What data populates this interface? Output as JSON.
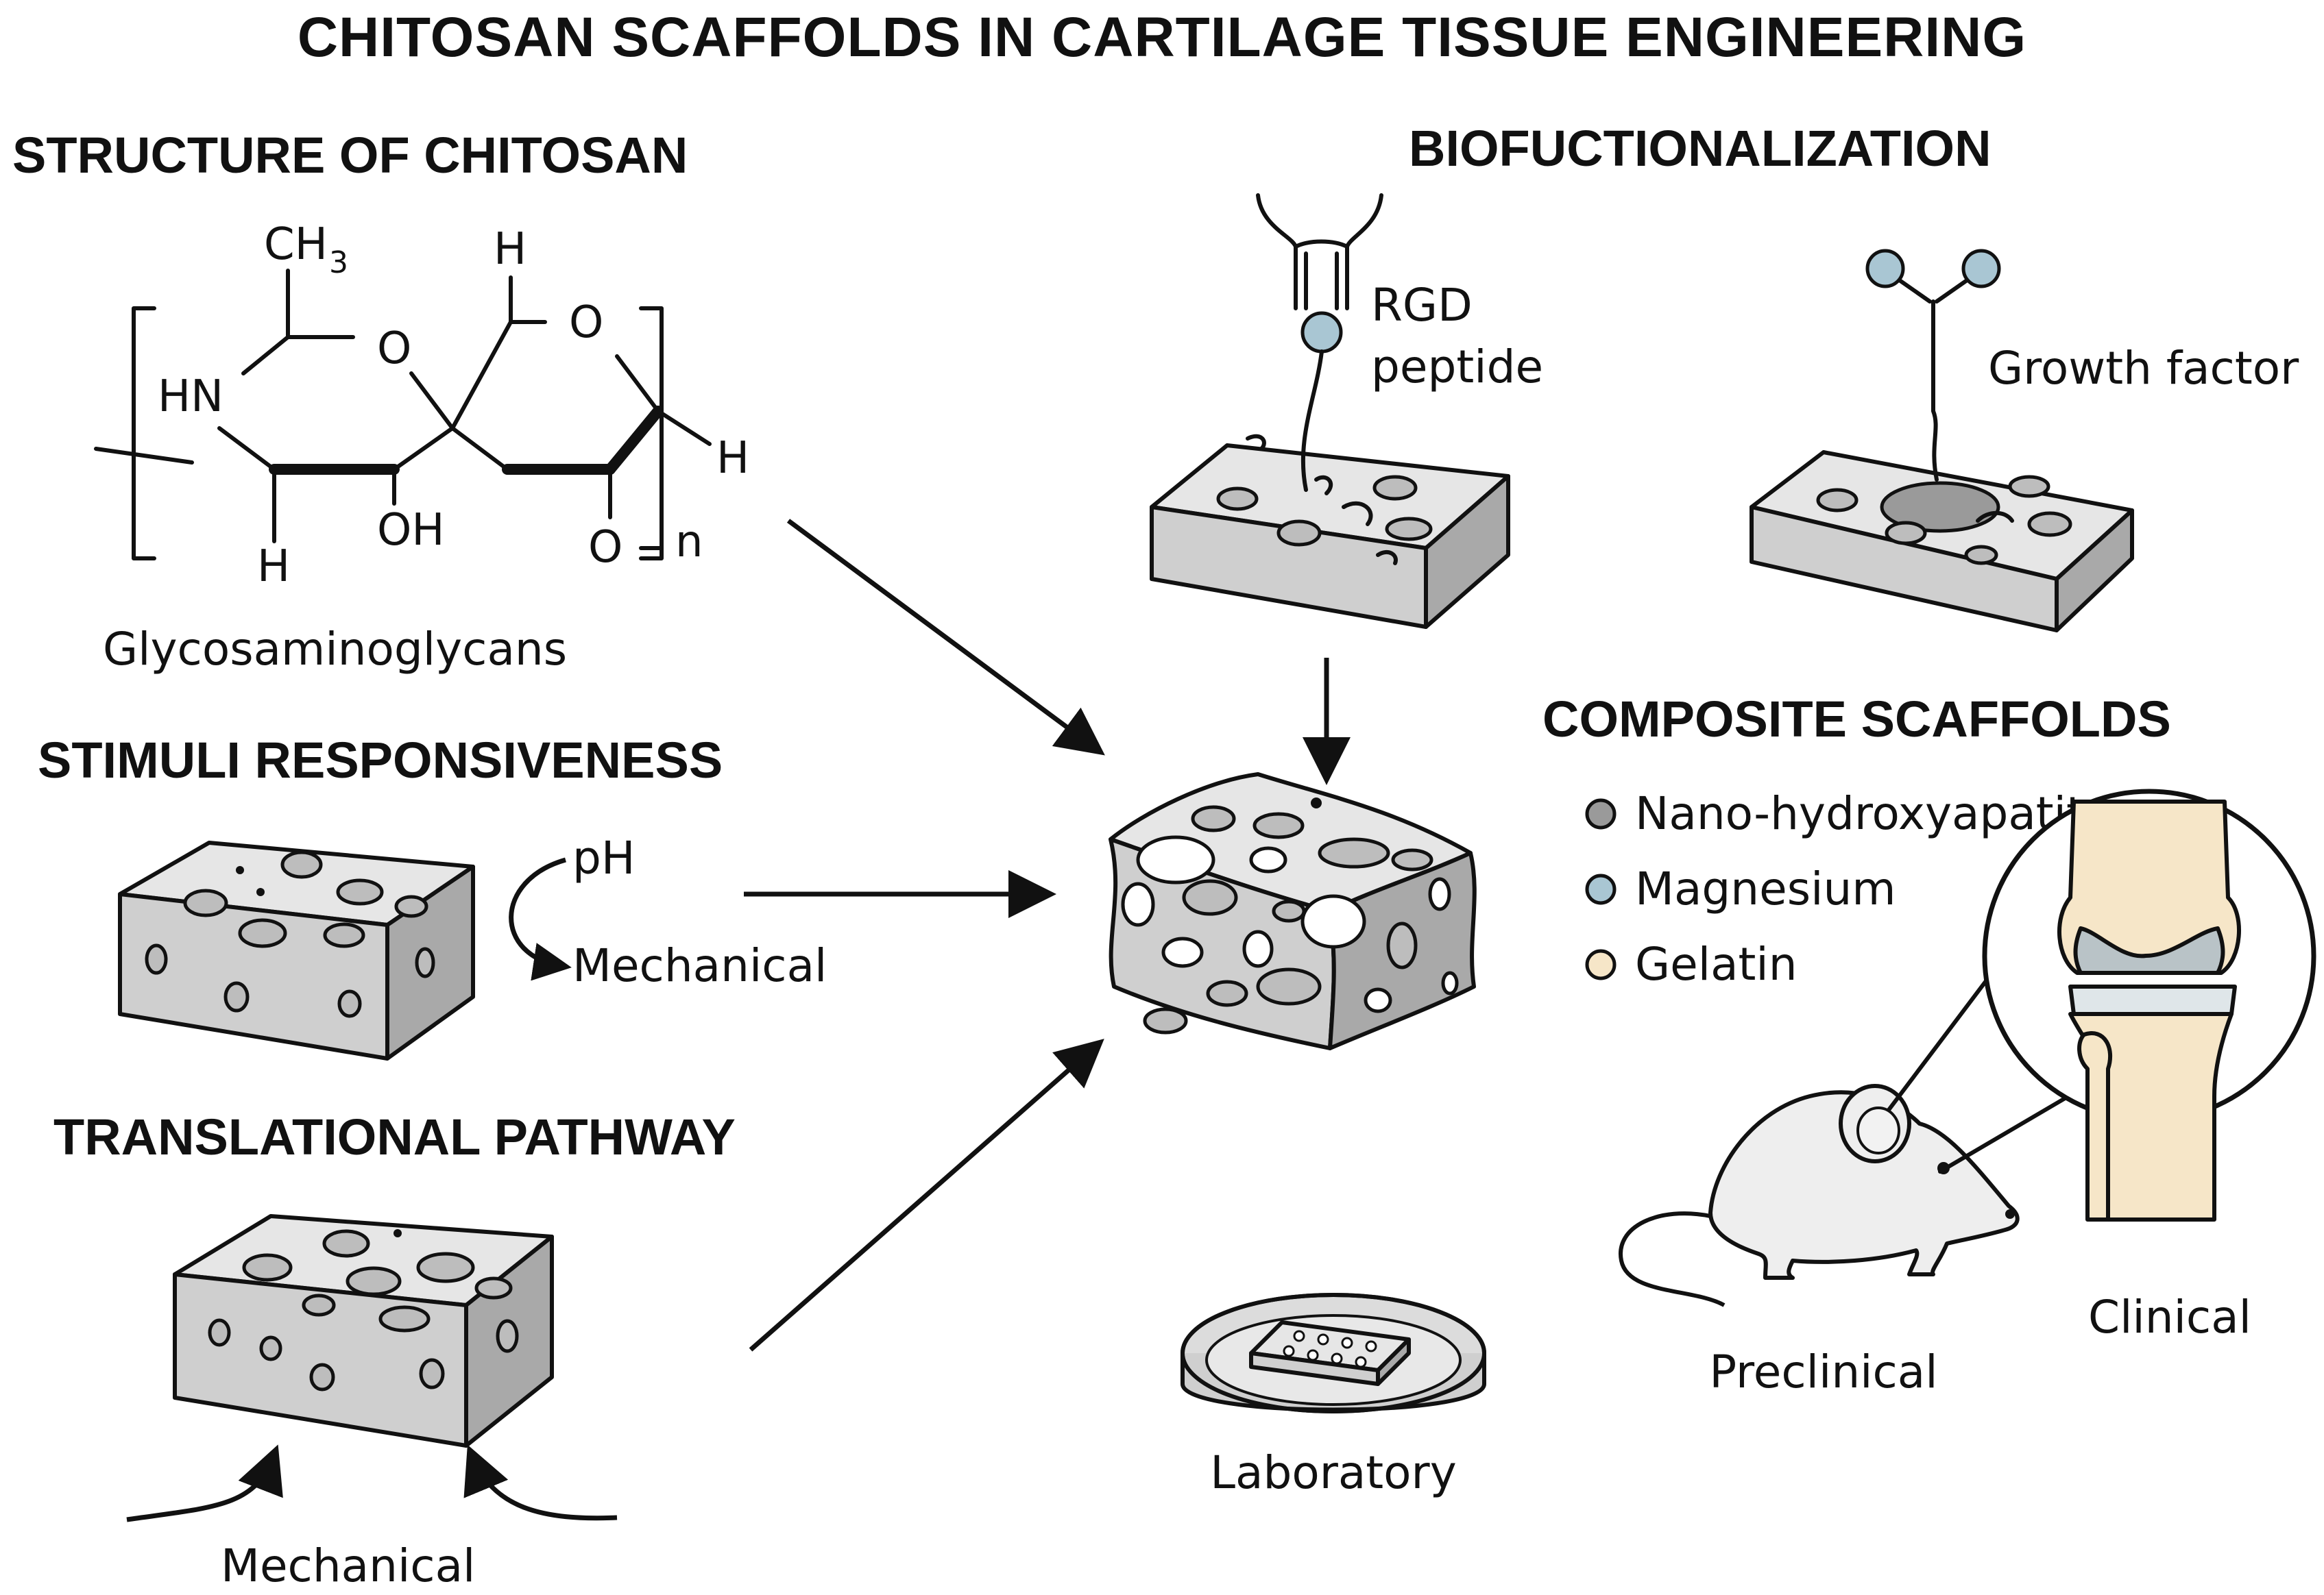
{
  "title": "CHITOSAN SCAFFOLDS IN CARTILAGE TISSUE ENGINEERING",
  "sections": {
    "structure": {
      "heading": "STRUCTURE OF CHITOSAN",
      "atoms": {
        "ch3": "CH",
        "ch3_sub": "3",
        "hn": "HN",
        "o_ring1": "O",
        "h_top": "H",
        "o_ring2": "O",
        "h_right": "H",
        "h_bottom": "H",
        "oh": "OH",
        "o_bottom": "O",
        "n_repeat": "n"
      },
      "caption": "Glycosaminoglycans"
    },
    "stimuli": {
      "heading": "STIMULI RESPONSIVENESS",
      "label_ph": "pH",
      "label_mechanical": "Mechanical"
    },
    "translational": {
      "heading": "TRANSLATIONAL PATHWAY",
      "label_mechanical": "Mechanical"
    },
    "biofunctionalization": {
      "heading": "BIOFUCTIONALIZATION",
      "rgd_line1": "RGD",
      "rgd_line2": "peptide",
      "growth_factor": "Growth factor"
    },
    "composite": {
      "heading": "COMPOSITE SCAFFOLDS",
      "legend": [
        {
          "label": "Nano-hydroxyapatite",
          "color": "#9a9a9a"
        },
        {
          "label": "Magnesium",
          "color": "#a9c6d3"
        },
        {
          "label": "Gelatin",
          "color": "#f6e6c8"
        }
      ]
    },
    "pathway_stages": {
      "laboratory": "Laboratory",
      "preclinical": "Preclinical",
      "clinical": "Clinical"
    }
  },
  "colors": {
    "scaffold_top": "#e6e6e6",
    "scaffold_front": "#cfcfcf",
    "scaffold_side": "#a9a9a9",
    "peptide_blue": "#a9c6d3",
    "bone": "#f6e6c8",
    "cartilage": "#b9c3c7",
    "mouse": "#eeeeee"
  },
  "icons": [
    "scaffold-block-icon",
    "petri-dish-icon",
    "mouse-icon",
    "knee-joint-icon",
    "rgd-peptide-icon",
    "growth-factor-icon",
    "arrow-icon"
  ]
}
